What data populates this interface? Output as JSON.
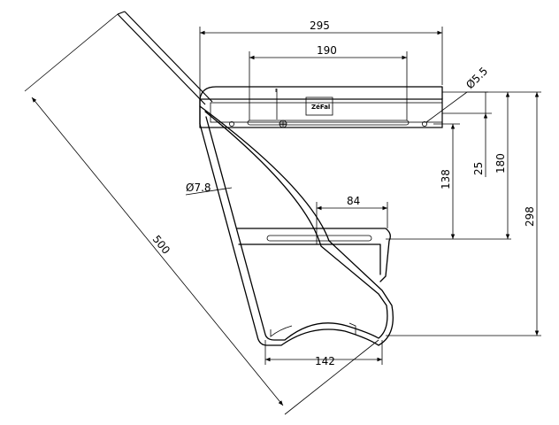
{
  "drawing": {
    "label_logo": "ZéFal",
    "dimensions": {
      "width_total": "295",
      "width_top_slot": "190",
      "hole_diameter": "Ø5.5",
      "tube_diameter": "Ø7.8",
      "lower_slot": "84",
      "height_lower_bar": "138",
      "height_25": "25",
      "height_180": "180",
      "height_total": "298",
      "bottom_width": "142",
      "strut_length": "500"
    }
  }
}
